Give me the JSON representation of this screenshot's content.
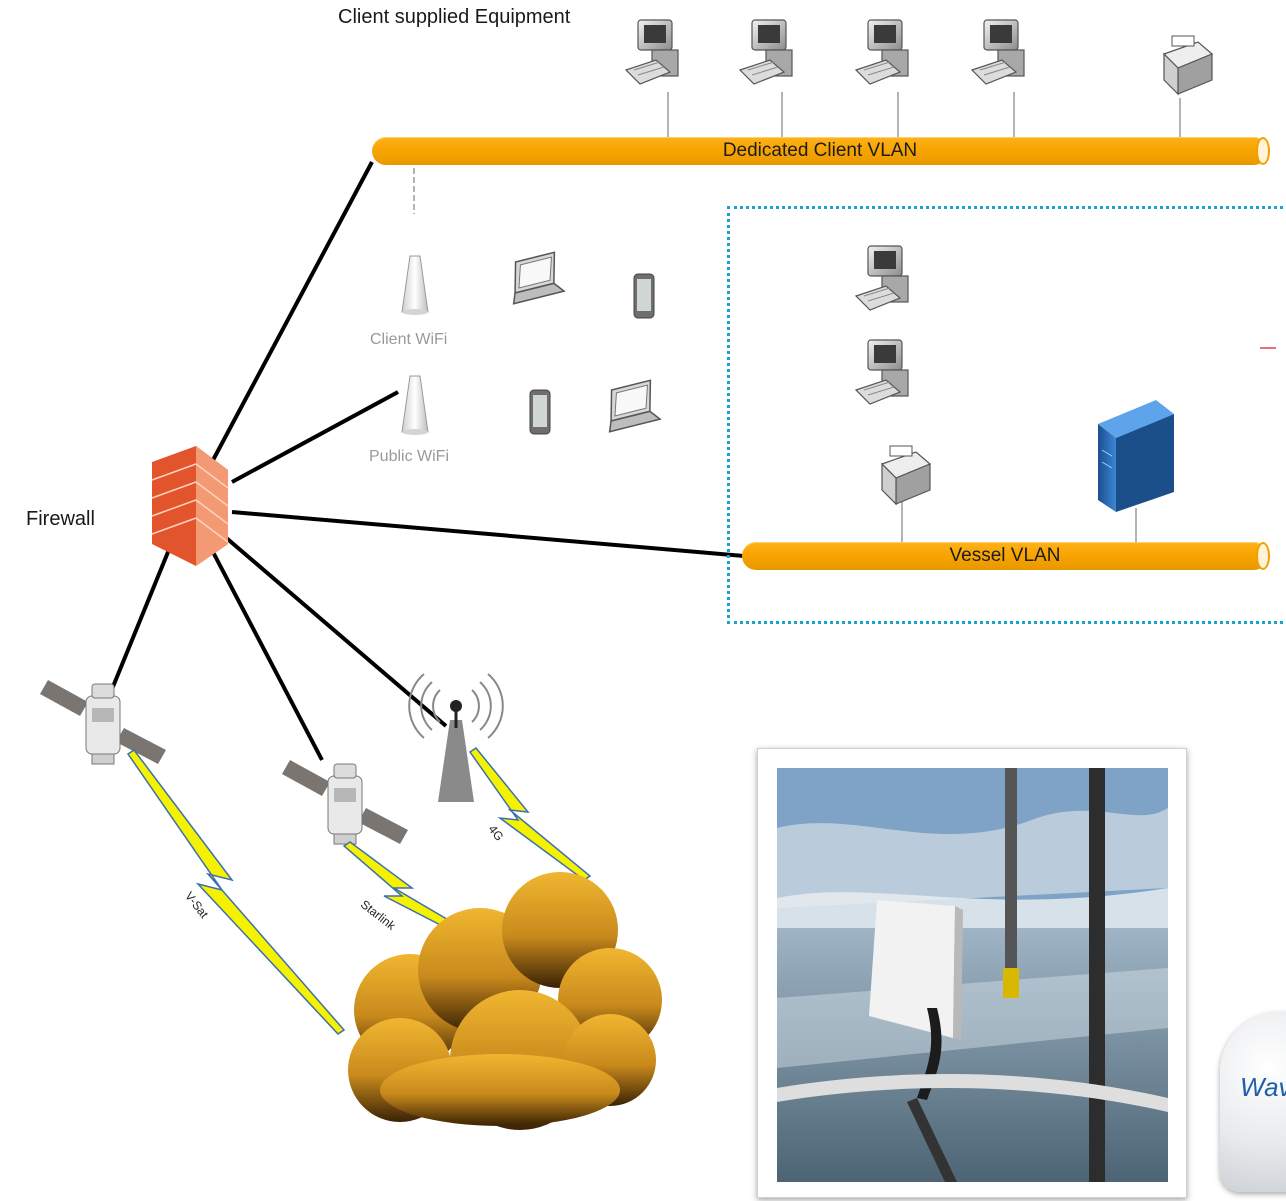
{
  "labels": {
    "title": "Client supplied Equipment",
    "client_vlan": "Dedicated Client VLAN",
    "vessel_vlan": "Vessel VLAN",
    "client_wifi": "Client WiFi",
    "public_wifi": "Public WiFi",
    "firewall": "Firewall",
    "vsat": "V-Sat",
    "starlink": "Starlink",
    "lte": "4G",
    "dome_brand": "Wav"
  },
  "colors": {
    "bus": "#f7a400",
    "vessel_border": "#1aa3cc",
    "link": "#000000",
    "lightning": "#f4f200",
    "cloud": "#e0a020"
  },
  "icons": {
    "client_devices": [
      "desktop-icon",
      "desktop-icon",
      "desktop-icon",
      "desktop-icon",
      "printer-icon"
    ],
    "wifi_devices": [
      "access-point-icon",
      "laptop-icon",
      "phone-icon",
      "access-point-icon",
      "phone-icon",
      "laptop-icon"
    ],
    "vessel_devices": [
      "desktop-icon",
      "desktop-icon",
      "printer-icon",
      "server-icon"
    ],
    "uplinks": [
      "satellite-icon",
      "satellite-icon",
      "cell-tower-icon",
      "cloud-icon"
    ]
  }
}
